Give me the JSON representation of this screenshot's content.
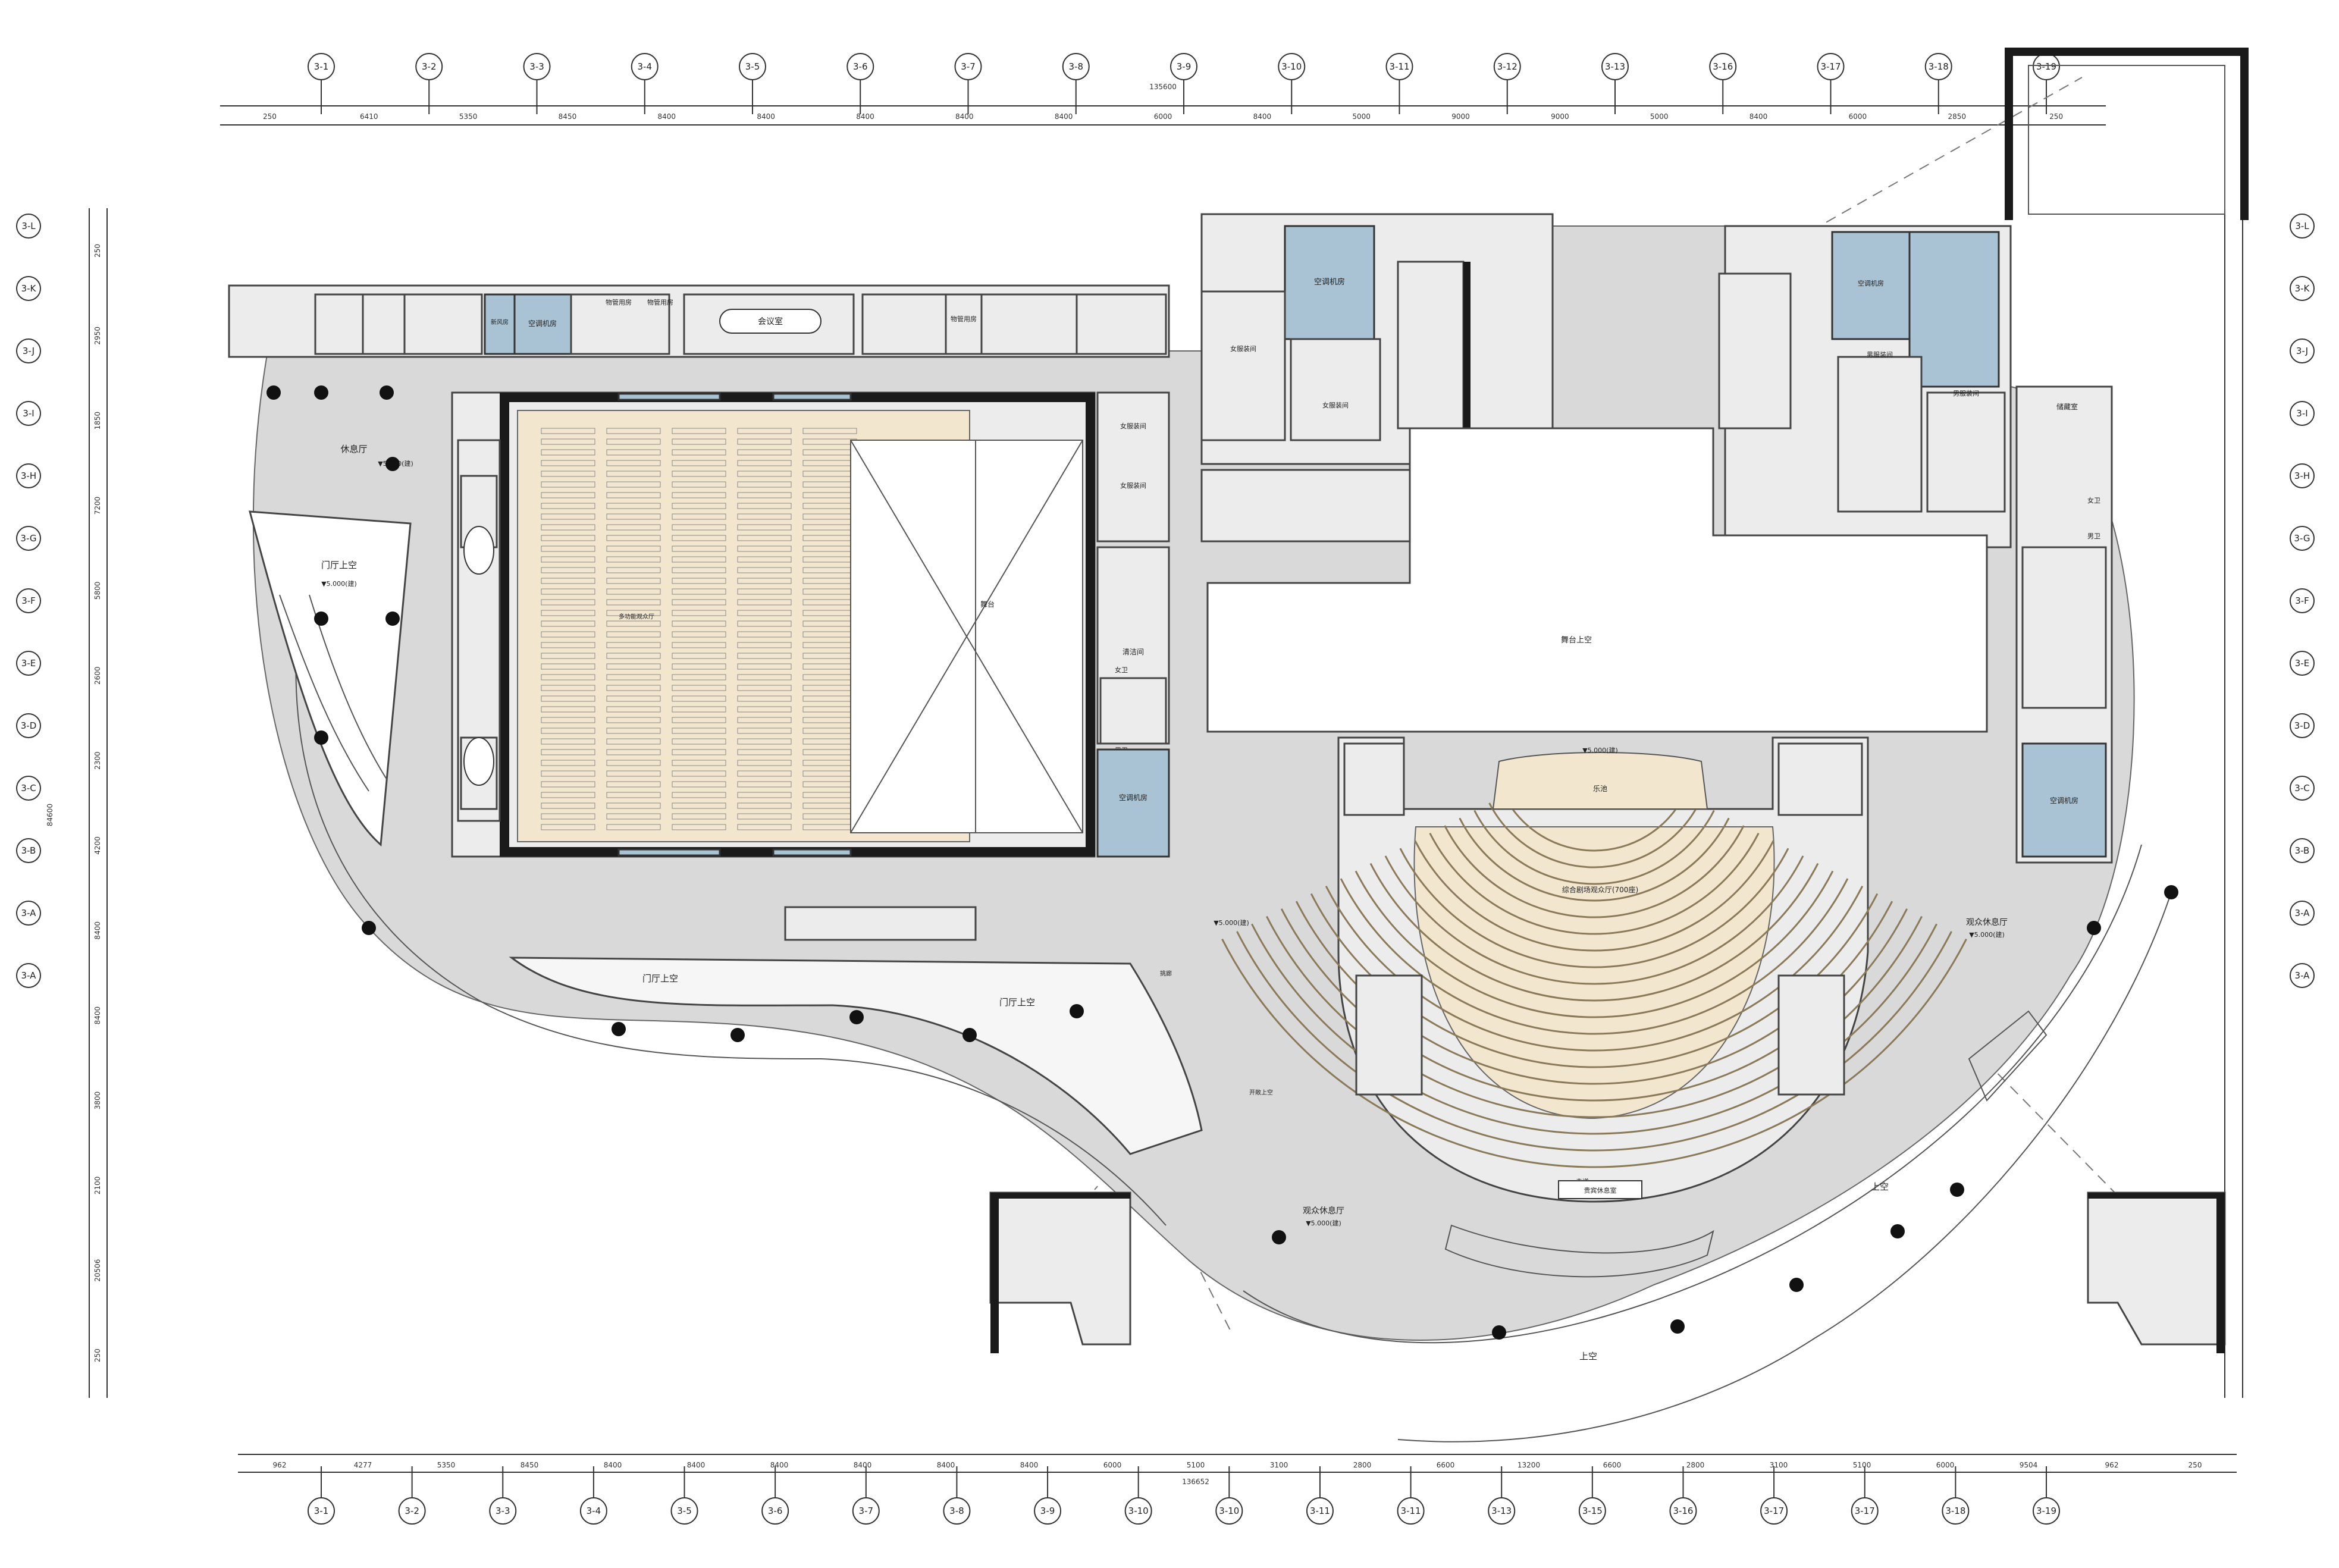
{
  "top_axes": [
    "3-1",
    "3-2",
    "3-3",
    "3-4",
    "3-5",
    "3-6",
    "3-7",
    "3-8",
    "3-9",
    "3-10",
    "3-11",
    "3-12",
    "3-13",
    "3-16",
    "3-17",
    "3-18",
    "3-19"
  ],
  "top_dims": [
    "250",
    "6410",
    "5350",
    "8450",
    "8400",
    "8400",
    "8400",
    "8400",
    "8400",
    "6000",
    "8400",
    "5000",
    "9000",
    "9000",
    "5000",
    "8400",
    "6000",
    "2850",
    "250"
  ],
  "top_total": "135600",
  "bottom_axes": [
    "3-1",
    "3-2",
    "3-3",
    "3-4",
    "3-5",
    "3-6",
    "3-7",
    "3-8",
    "3-9",
    "3-10",
    "3-10",
    "3-11",
    "3-11",
    "3-13",
    "3-15",
    "3-16",
    "3-17",
    "3-17",
    "3-18",
    "3-19"
  ],
  "bottom_dims": [
    "962",
    "4277",
    "5350",
    "8450",
    "8400",
    "8400",
    "8400",
    "8400",
    "8400",
    "8400",
    "6000",
    "5100",
    "3100",
    "2800",
    "6600",
    "13200",
    "6600",
    "2800",
    "3100",
    "5100",
    "6000",
    "9504",
    "962",
    "250"
  ],
  "bottom_total": "136652",
  "left_axes": [
    "3-L",
    "3-K",
    "3-J",
    "3-I",
    "3-H",
    "3-G",
    "3-F",
    "3-E",
    "3-D",
    "3-C",
    "3-B",
    "3-A",
    "3-A"
  ],
  "left_dims": [
    "250",
    "2950",
    "1850",
    "7200",
    "5800",
    "2600",
    "2300",
    "4200",
    "8400",
    "8400",
    "3800",
    "2100",
    "20506",
    "250"
  ],
  "left_total": "84600",
  "right_axes": [
    "3-L",
    "3-K",
    "3-J",
    "3-I",
    "3-H",
    "3-G",
    "3-F",
    "3-E",
    "3-D",
    "3-C",
    "3-B",
    "3-A",
    "3-A"
  ],
  "labels": {
    "rest_hall": "休息厅",
    "lobby_void_1": "门厅上空",
    "lobby_void_2": "门厅上空",
    "lobby_void_3": "门厅上空",
    "elev_1": "▼5.000(建)",
    "elev_2": "▼5.000(建)",
    "elev_3": "▼5.000(建)",
    "elev_4": "▼5.000(建)",
    "elev_5": "▼5.000(建)",
    "elev_6": "▼5.000(建)",
    "ac_room_1": "空调机房",
    "ac_room_2": "空调机房",
    "ac_room_3": "空调机房",
    "ac_room_4": "空调机房",
    "ac_room_5": "空调机房",
    "meeting": "会议室",
    "property_1": "物管用房",
    "property_2": "物管用房",
    "property_3": "物管用房",
    "fresh_air": "新风房",
    "women_dress_1": "女服装间",
    "women_dress_2": "女服装间",
    "women_dress_3": "女服装间",
    "women_dress_4": "女服装间",
    "men_dress_1": "男服装间",
    "men_dress_2": "男服装间",
    "stage": "舞台",
    "stage_void": "舞台上空",
    "orchestra": "乐池",
    "theatre": "综合剧场观众厅(700座)",
    "audience_lounge_1": "观众休息厅",
    "audience_lounge_2": "观众休息厅",
    "void_1": "上空",
    "void_2": "上空",
    "storage": "储藏室",
    "female_wc_1": "女卫",
    "male_wc_1": "男卫",
    "female_wc_2": "女卫",
    "male_wc_2": "男卫",
    "janitor": "清洁间",
    "corridor": "走道",
    "vip": "贵宾休息室",
    "multi_hall": "多功能观众厅",
    "open_top": "开敞上空",
    "veranda": "挑廊"
  }
}
